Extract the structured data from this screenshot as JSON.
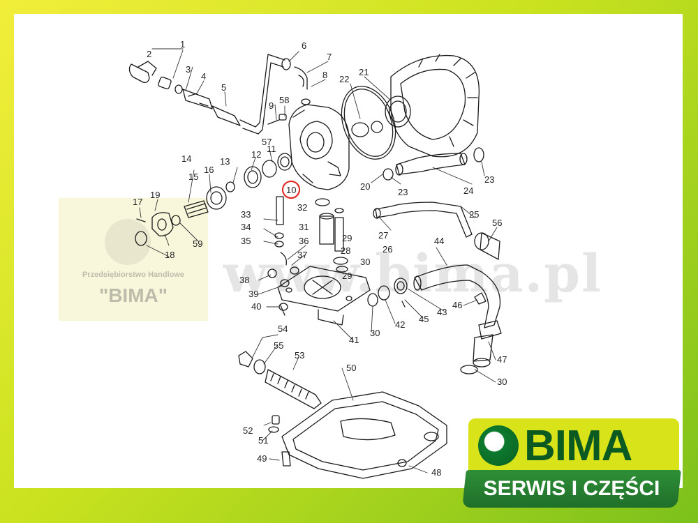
{
  "watermark": {
    "domain": "www.bima.pl",
    "company_line": "Przedsiębiorstwo Handlowe",
    "company_name": "\"BIMA\""
  },
  "logo": {
    "brand": "BIMA",
    "tagline": "SERWIS I CZĘŚCI",
    "colors": {
      "top": "#d9e31a",
      "bottom": "#1f6f2a",
      "brand_text": "#0b5a22"
    }
  },
  "highlight": {
    "part": "10",
    "color": "#e0201a"
  },
  "diagram": {
    "part_labels": [
      "1",
      "2",
      "3",
      "4",
      "5",
      "6",
      "7",
      "8",
      "9",
      "10",
      "11",
      "12",
      "13",
      "14",
      "15",
      "16",
      "17",
      "18",
      "19",
      "20",
      "21",
      "22",
      "23",
      "23",
      "24",
      "25",
      "26",
      "27",
      "28",
      "29",
      "29",
      "30",
      "30",
      "30",
      "31",
      "32",
      "33",
      "34",
      "35",
      "36",
      "37",
      "38",
      "39",
      "40",
      "41",
      "42",
      "43",
      "44",
      "45",
      "46",
      "47",
      "48",
      "49",
      "50",
      "51",
      "52",
      "53",
      "54",
      "55",
      "56",
      "57",
      "58",
      "59"
    ]
  }
}
